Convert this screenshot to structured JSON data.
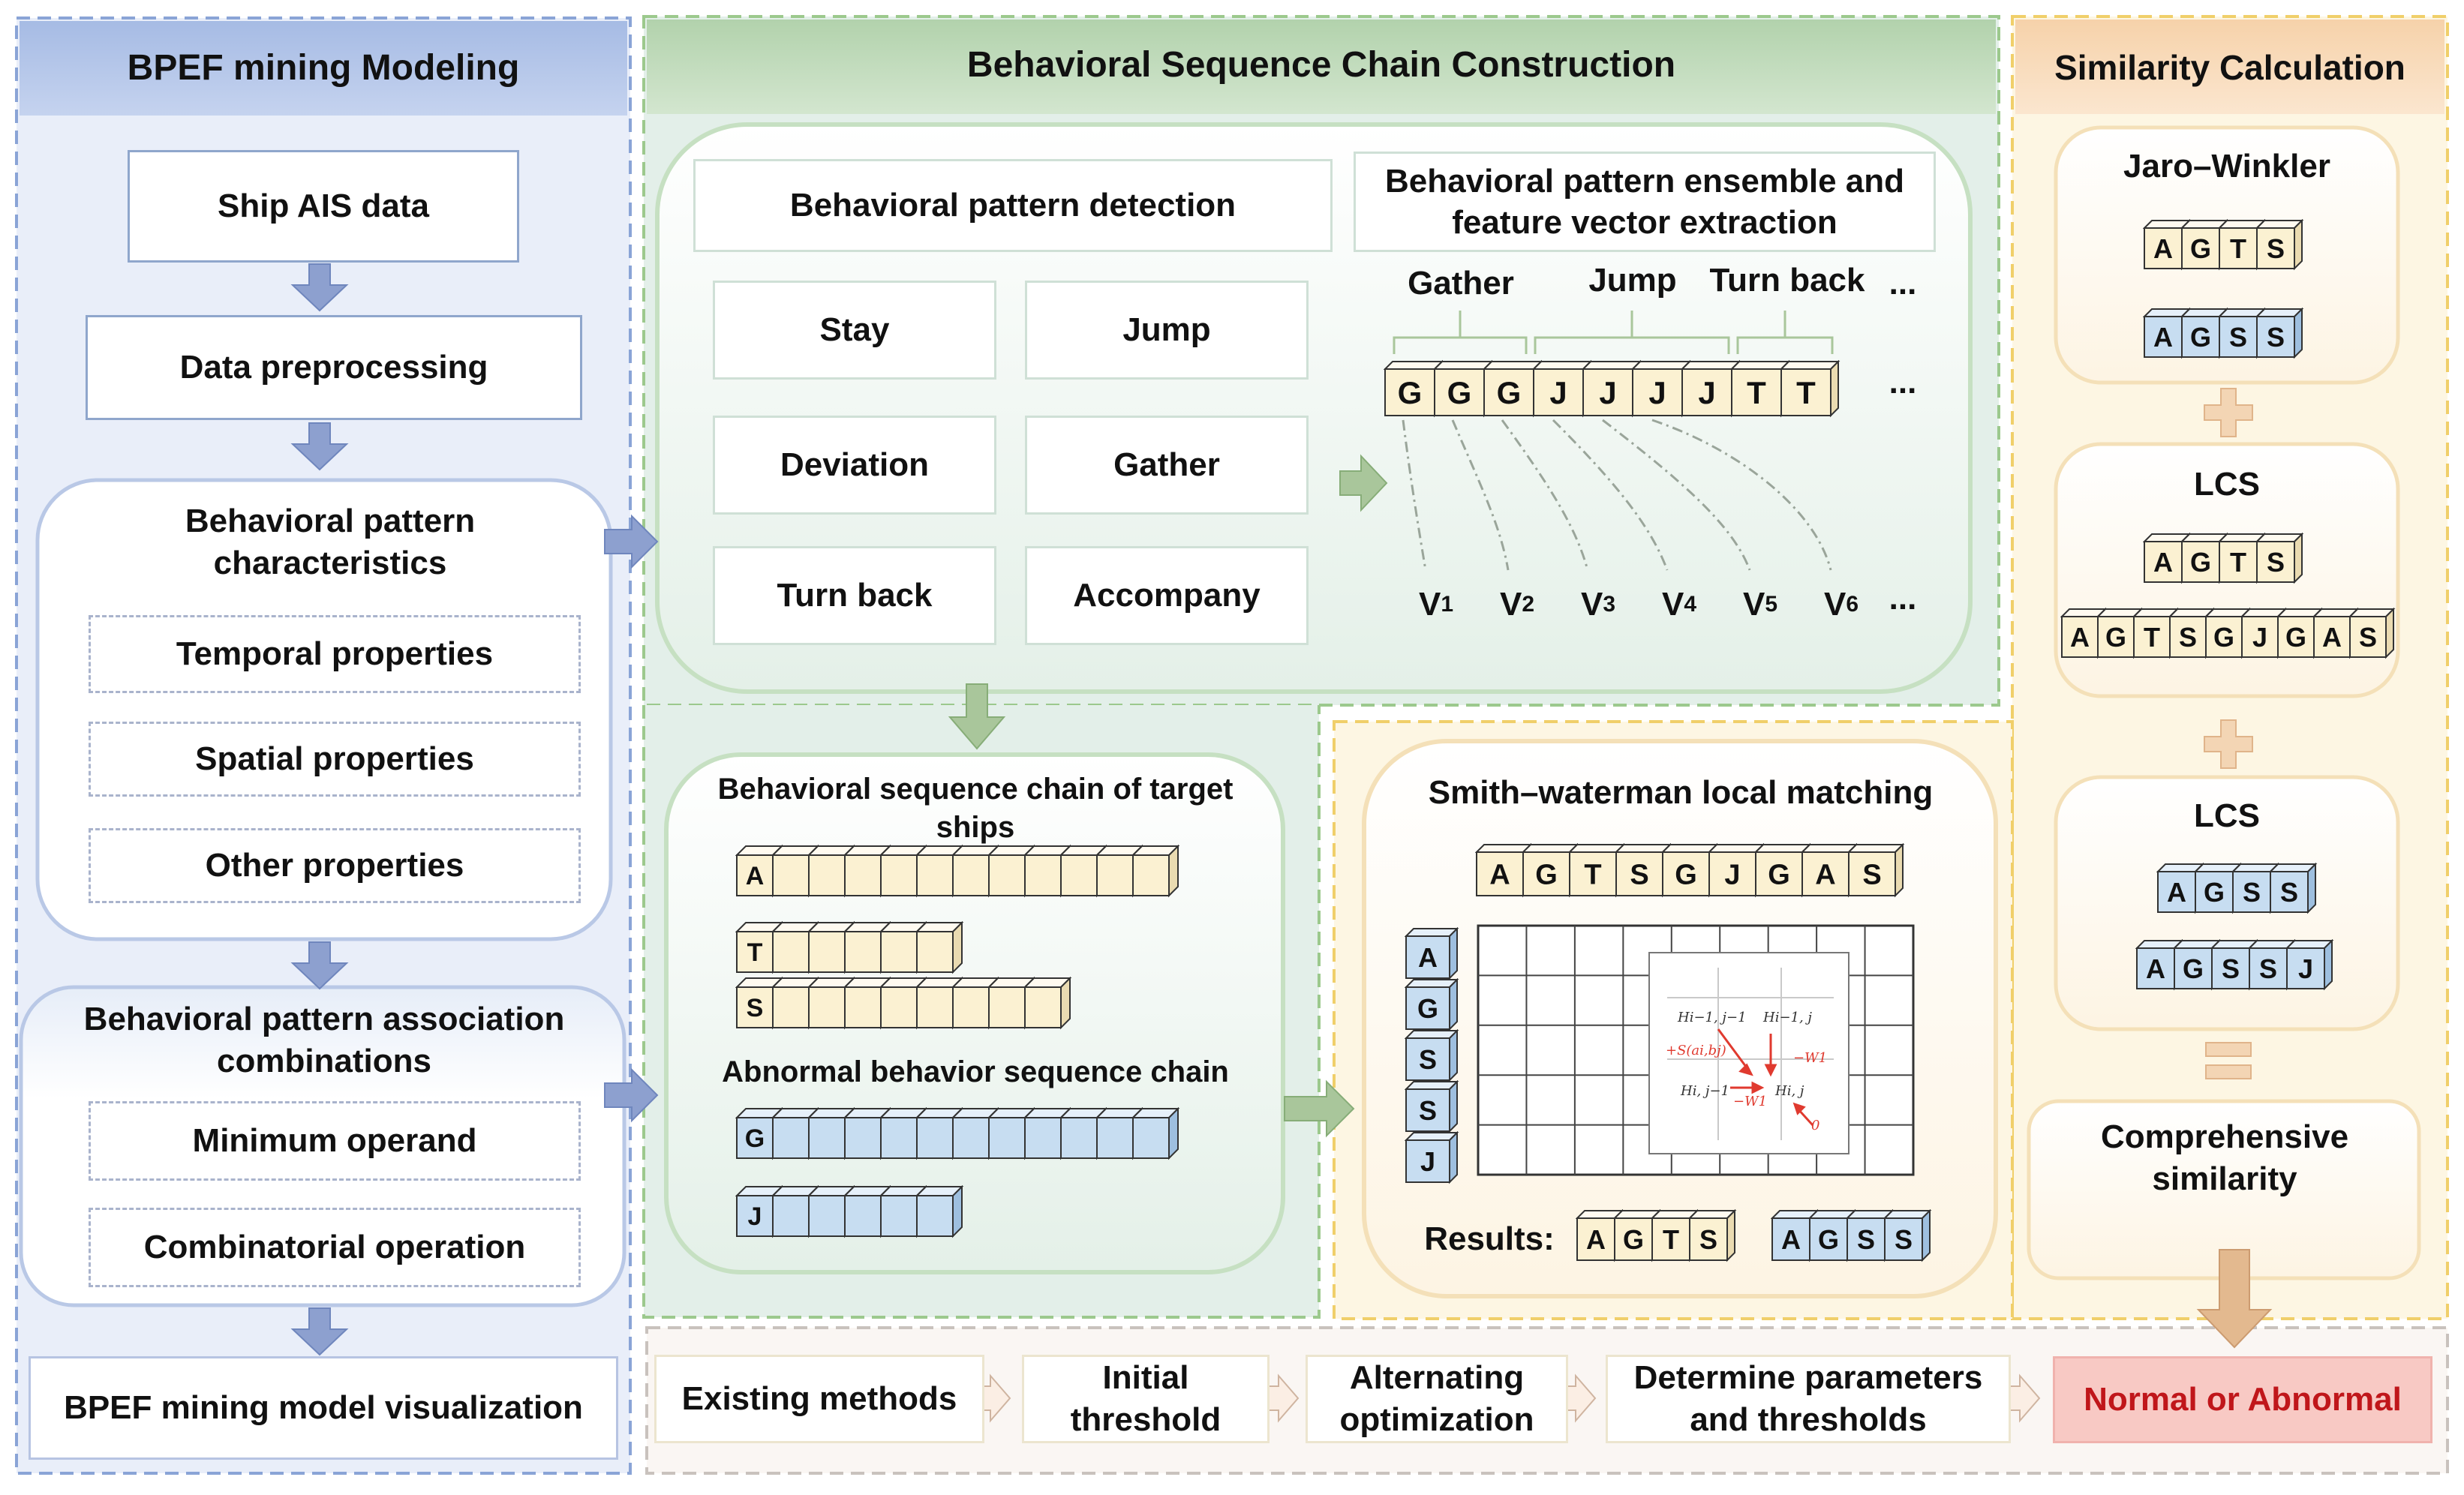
{
  "left": {
    "header": "BPEF mining Modeling",
    "ais": "Ship AIS data",
    "preprocessing": "Data preprocessing",
    "characteristics": "Behavioral pattern characteristics",
    "temporal": "Temporal properties",
    "spatial": "Spatial properties",
    "other": "Other properties",
    "association": "Behavioral pattern association combinations",
    "min_operand": "Minimum operand",
    "comb_operation": "Combinatorial operation",
    "visualization": "BPEF mining model visualization"
  },
  "middle": {
    "header": "Behavioral Sequence Chain Construction",
    "detection": "Behavioral pattern detection",
    "patterns": [
      "Stay",
      "Jump",
      "Deviation",
      "Gather",
      "Turn back",
      "Accompany"
    ],
    "ensemble": "Behavioral pattern ensemble and feature vector extraction",
    "groups": [
      "Gather",
      "Jump",
      "Turn back"
    ],
    "ellipsis": "...",
    "letters": [
      "G",
      "G",
      "G",
      "J",
      "J",
      "J",
      "J",
      "T",
      "T"
    ],
    "vectors": [
      "V1",
      "V2",
      "V3",
      "V4",
      "V5",
      "V6"
    ],
    "target_chain": "Behavioral sequence chain of target ships",
    "abnormal_chain": "Abnormal behavior sequence chain",
    "chain_letters": [
      "A",
      "T",
      "S",
      "G",
      "J"
    ]
  },
  "sw": {
    "title": "Smith–waterman local matching",
    "top_seq": [
      "A",
      "G",
      "T",
      "S",
      "G",
      "J",
      "G",
      "A",
      "S"
    ],
    "side_seq": [
      "A",
      "G",
      "S",
      "S",
      "J"
    ],
    "results_label": "Results:",
    "result1": [
      "A",
      "G",
      "T",
      "S"
    ],
    "result2": [
      "A",
      "G",
      "S",
      "S"
    ],
    "inset": [
      "Hi−1, j−1",
      "Hi−1, j",
      "Hi, j−1",
      "Hi, j",
      "+S(ai,bj)",
      "−W1",
      "−W1",
      "0"
    ]
  },
  "right": {
    "header": "Similarity Calculation",
    "jw": "Jaro–Winkler",
    "jw_a": [
      "A",
      "G",
      "T",
      "S"
    ],
    "jw_b": [
      "A",
      "G",
      "S",
      "S"
    ],
    "lcs1": "LCS",
    "lcs1_a": [
      "A",
      "G",
      "T",
      "S"
    ],
    "lcs1_b": [
      "A",
      "G",
      "T",
      "S",
      "G",
      "J",
      "G",
      "A",
      "S"
    ],
    "lcs2": "LCS",
    "lcs2_a": [
      "A",
      "G",
      "S",
      "S"
    ],
    "lcs2_b": [
      "A",
      "G",
      "S",
      "S",
      "J"
    ],
    "comprehensive": "Comprehensive similarity"
  },
  "bottom": {
    "steps": [
      "Existing methods",
      "Initial threshold",
      "Alternating optimization",
      "Determine parameters and thresholds",
      "Normal or Abnormal"
    ]
  },
  "colors": {
    "blue_panel": "#e8eef9",
    "blue_header": "#9db1dd",
    "green_panel": "#e3efe9",
    "green_header": "#b6d4b0",
    "orange_panel": "#fdf6e3",
    "orange_header": "#f8d9b5",
    "cube_cream": "#fbf1d2",
    "cube_blue": "#c7ddf1",
    "arrow_blue": "#8da0cf",
    "arrow_green": "#a9c69b",
    "arrow_tan": "#e3b98f",
    "result_red": "#f8c9c4"
  }
}
